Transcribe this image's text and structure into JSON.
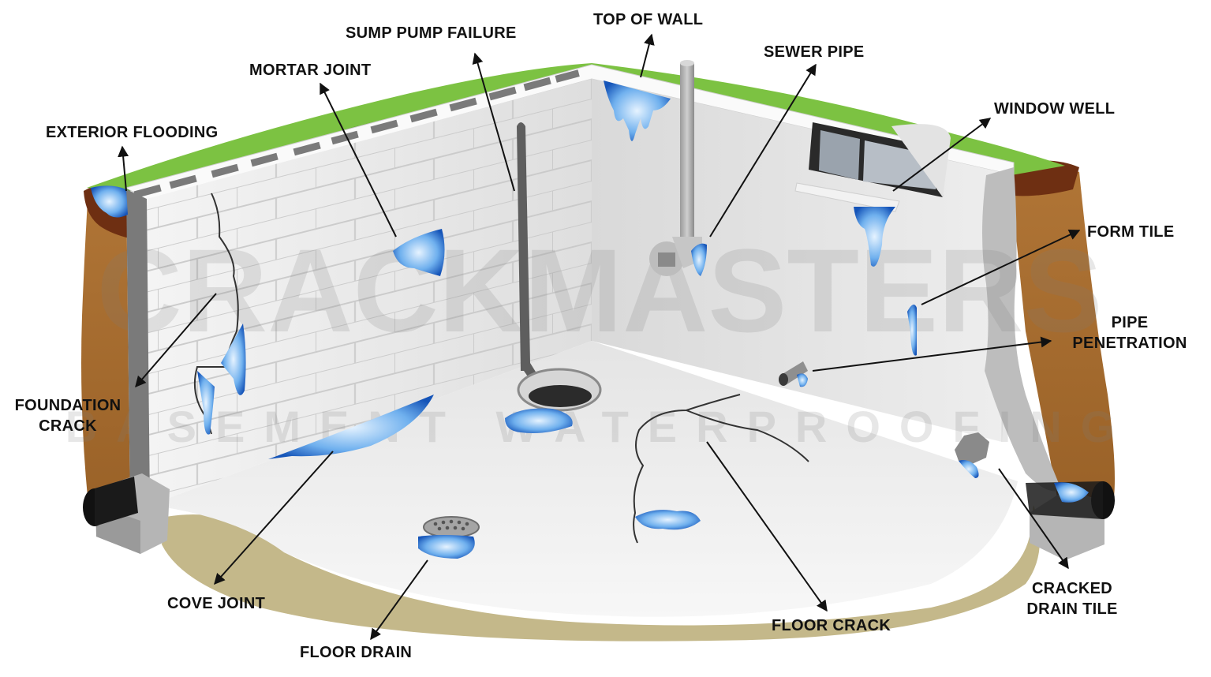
{
  "labels": {
    "exterior_flooding": "EXTERIOR FLOODING",
    "mortar_joint": "MORTAR JOINT",
    "sump_pump_failure": "SUMP PUMP FAILURE",
    "top_of_wall": "TOP OF WALL",
    "sewer_pipe": "SEWER PIPE",
    "window_well": "WINDOW WELL",
    "form_tile": "FORM TILE",
    "pipe_penetration_1": "PIPE",
    "pipe_penetration_2": "PENETRATION",
    "foundation_crack_1": "FOUNDATION",
    "foundation_crack_2": "CRACK",
    "cove_joint": "COVE JOINT",
    "floor_drain": "FLOOR DRAIN",
    "floor_crack": "FLOOR CRACK",
    "cracked_drain_tile_1": "CRACKED",
    "cracked_drain_tile_2": "DRAIN TILE"
  },
  "watermark": {
    "brand": "CRACKMASTERS",
    "tagline": "BASEMENT WATERPROOFING"
  },
  "colors": {
    "grass": "#7cc242",
    "soil": "#a86d34",
    "soil_dark": "#6e2f12",
    "wall": "#e8e8e8",
    "floor": "#f0f0f0",
    "gravel": "#c4b88a",
    "water": "#1e6fd0",
    "water_light": "#bfe0ff",
    "pipe": "#6b6b6b",
    "arrow": "#111111"
  }
}
